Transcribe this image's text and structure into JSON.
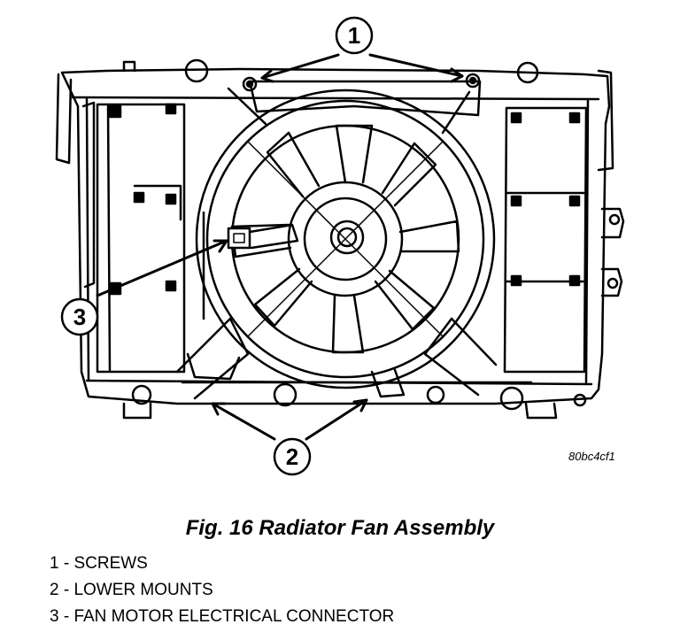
{
  "figure": {
    "callouts": [
      {
        "number": "1"
      },
      {
        "number": "2"
      },
      {
        "number": "3"
      }
    ],
    "code": "80bc4cf1"
  },
  "caption": "Fig. 16 Radiator Fan Assembly",
  "legend": [
    "1 - SCREWS",
    "2 - LOWER MOUNTS",
    "3 - FAN MOTOR ELECTRICAL CONNECTOR"
  ]
}
